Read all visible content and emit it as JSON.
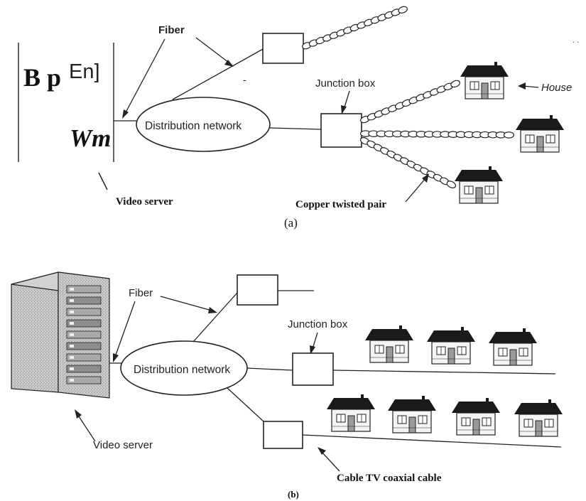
{
  "panel_a": {
    "server_glyph_line1": "B p",
    "server_glyph_sup": "En]",
    "server_glyph_line2": "Wm",
    "fiber_label": "Fiber",
    "network_label": "Distribution network",
    "junction_label": "Junction box",
    "house_label": "House",
    "server_label": "Video server",
    "copper_label": "Copper twisted pair",
    "caption": "(a)",
    "corner_mark": "· ·",
    "dash_mark": "-"
  },
  "panel_b": {
    "fiber_label": "Fiber",
    "network_label": "Distribution network",
    "junction_label": "Junction box",
    "server_label": "Video server",
    "coax_label": "Cable TV coaxial cable",
    "caption": "(b)"
  },
  "colors": {
    "ink": "#222222",
    "roof": "#1a1a1a",
    "house_wall": "#f4f4f4",
    "server_body": "#bdbdbd"
  }
}
